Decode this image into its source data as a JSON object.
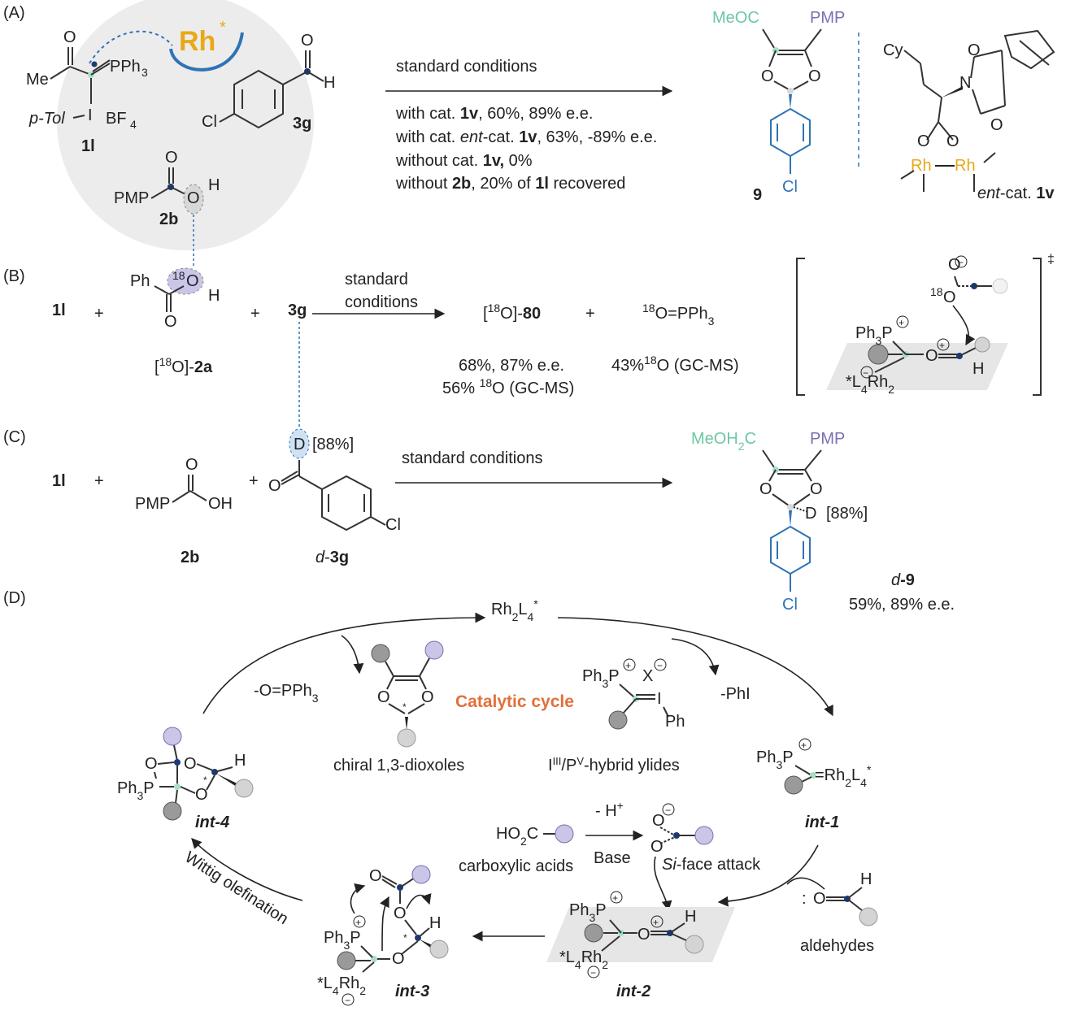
{
  "panels": {
    "a": "(A)",
    "b": "(B)",
    "c": "(C)",
    "d": "(D)"
  },
  "panel_a": {
    "rh_label": "Rh",
    "rh_star": "*",
    "ylide_me": "Me",
    "ylide_o": "O",
    "ylide_pph3": "PPh",
    "ylide_pph3_sub": "3",
    "ylide_ptol": "p-Tol",
    "ylide_bf4": "BF",
    "ylide_bf4_sub": "4",
    "ylide_id": "1l",
    "aldehyde_o": "O",
    "aldehyde_h": "H",
    "aldehyde_cl": "Cl",
    "aldehyde_id": "3g",
    "acid_o": "O",
    "acid_pmp": "PMP",
    "acid_oh_o": "O",
    "acid_h": "H",
    "acid_id": "2b",
    "arrow_top": "standard conditions",
    "conditions": [
      {
        "pre": "with cat. ",
        "b": "1v",
        "post": ", 60%, 89% e.e."
      },
      {
        "pre": "with cat. ",
        "i": "ent",
        "pre2": "-cat. ",
        "b": "1v",
        "post": ", 63%, -89% e.e."
      },
      {
        "pre": "without cat. ",
        "b": "1v,",
        "post": " 0%"
      },
      {
        "pre": "without ",
        "b": "2b",
        "post": ", 20% of ",
        "b2": "1l",
        "post2": " recovered"
      }
    ],
    "product_meoc": "MeOC",
    "product_pmp": "PMP",
    "product_o1": "O",
    "product_o2": "O",
    "product_cl": "Cl",
    "product_id": "9",
    "cat_cy": "Cy",
    "cat_n": "N",
    "cat_o": "O",
    "cat_rh": "Rh",
    "cat_label_i": "ent",
    "cat_label_rest": "-cat. ",
    "cat_label_b": "1v"
  },
  "panel_b": {
    "r1": "1l",
    "plus1": "+",
    "ph": "Ph",
    "o18_sup": "18",
    "o18": "O",
    "h": "H",
    "o": "O",
    "plus2": "+",
    "r3": "3g",
    "acid_label_pre": "[",
    "acid_label_sup": "18",
    "acid_label_mid": "O]-",
    "acid_label_b": "2a",
    "arrow_top1": "standard",
    "arrow_top2": "conditions",
    "p1_pre": "[",
    "p1_sup": "18",
    "p1_mid": "O]-",
    "p1_b": "80",
    "plus3": "+",
    "p2_sup": "18",
    "p2": "O=PPh",
    "p2_sub": "3",
    "p1_yield": "68%, 87% e.e.",
    "p1_label_pre": "56% ",
    "p1_label_sup": "18",
    "p1_label_post": "O (GC-MS)",
    "p2_label_pre": "43%",
    "p2_label_sup": "18",
    "p2_label_post": "O (GC-MS)",
    "ts_ph3p": "Ph",
    "ts_ph3p_sub": "3",
    "ts_p": "P",
    "ts_o": "O",
    "ts_o18_sup": "18",
    "ts_o18": "O",
    "ts_h": "H",
    "ts_rh": "*L",
    "ts_rh_sub1": "4",
    "ts_rh2": "Rh",
    "ts_rh_sub2": "2",
    "ts_dagger": "‡"
  },
  "panel_c": {
    "r1": "1l",
    "plus1": "+",
    "o": "O",
    "pmp": "PMP",
    "oh": "OH",
    "plus2": "+",
    "d": "D",
    "d_pct": "[88%]",
    "ald_o": "O",
    "cl": "Cl",
    "acid_id": "2b",
    "ald_id_i": "d",
    "ald_id_b": "3g",
    "arrow_top": "standard conditions",
    "prod_meoh": "MeOH",
    "prod_meoh_sub": "2",
    "prod_meoh_c": "C",
    "prod_pmp": "PMP",
    "prod_o1": "O",
    "prod_o2": "O",
    "prod_d": "D",
    "prod_d_pct": "[88%]",
    "prod_cl": "Cl",
    "prod_id_i": "d",
    "prod_id_b": "-9",
    "prod_yield": "59%, 89% e.e."
  },
  "panel_d": {
    "catalyst": "Rh",
    "catalyst_sub": "2",
    "catalyst_l": "L",
    "catalyst_sub2": "4",
    "catalyst_star": "*",
    "title": "Catalytic cycle",
    "loss_opph3": "-O=PPh",
    "loss_opph3_sub": "3",
    "loss_phi": "-PhI",
    "dioxole_label": "chiral 1,3-dioxoles",
    "ylide_label_pre": "I",
    "ylide_label_sup1": "III",
    "ylide_label_mid": "/P",
    "ylide_label_sup2": "V",
    "ylide_label_post": "-hybrid ylides",
    "ylide_ph3p": "Ph",
    "ylide_ph3p_sub": "3",
    "ylide_p": "P",
    "ylide_x": "X",
    "ylide_i": "I",
    "ylide_ph": "Ph",
    "int1_label": "int-1",
    "int1_text": "=Rh",
    "int1_sub": "2",
    "int1_l": "L",
    "int1_sub2": "4",
    "int1_star": "*",
    "int2_label": "int-2",
    "int3_label": "int-3",
    "int4_label": "int-4",
    "acid_label": "carboxylic acids",
    "acid_formula": "HO",
    "acid_formula_sub": "2",
    "acid_formula_c": "C",
    "deprot": "- H",
    "base": "Base",
    "siface_i": "Si",
    "siface_post": "-face attack",
    "aldehydes": "aldehydes",
    "wittig": "Wittig olefination",
    "h": "H",
    "o": "O",
    "rh_fragment": "*L",
    "rh_sub1": "4",
    "rh_fragment2": "Rh",
    "rh_sub2": "2",
    "star": "*"
  }
}
